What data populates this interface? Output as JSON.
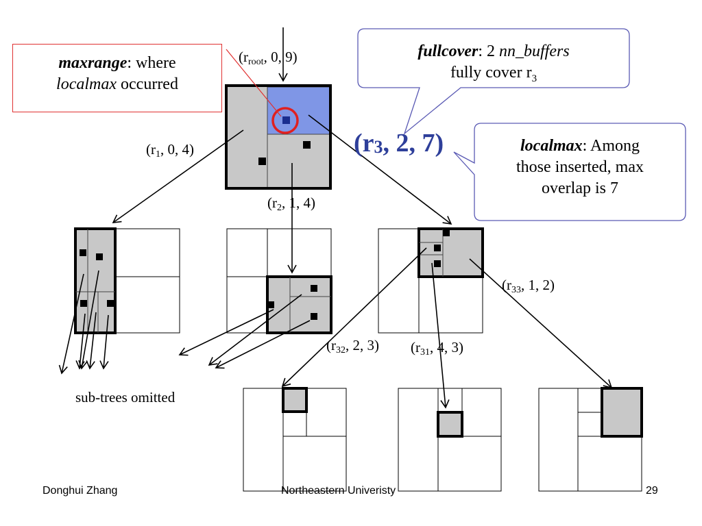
{
  "labels": {
    "root": {
      "r": "(r",
      "sub": "root",
      "rest": ", 0, 9)"
    },
    "r1": {
      "r": "(r",
      "sub": "1",
      "rest": ", 0, 4)"
    },
    "r2": {
      "r": "(r",
      "sub": "2",
      "rest": ", 1, 4)"
    },
    "r3": {
      "r": "(r",
      "sub": "3",
      "rest": ", 2, 7)"
    },
    "r31": {
      "r": "(r",
      "sub": "31",
      "rest": ", 4, 3)"
    },
    "r32": {
      "r": "(r",
      "sub": "32",
      "rest": ", 2, 3)"
    },
    "r33": {
      "r": "(r",
      "sub": "33",
      "rest": ", 1, 2)"
    }
  },
  "maxrange": {
    "term": "maxrange",
    "text1": ": where",
    "term2": "localmax",
    "text2": " occurred"
  },
  "fullcover": {
    "term": "fullcover",
    "text1": ": 2 ",
    "term2": "nn_buffers",
    "line2": "fully cover r",
    "sub": "3"
  },
  "localmax": {
    "term": "localmax",
    "text1": ": Among",
    "line2": "those inserted, max",
    "line3": "overlap is 7"
  },
  "subtrees_label": "sub-trees omitted",
  "footer": {
    "author": "Donghui Zhang",
    "institution": "Northeastern Univeristy",
    "page": "29"
  },
  "colors": {
    "highlight": "#7f96e6",
    "callout_border": "#5a5ab4",
    "red": "#e02020",
    "gray_fill": "#c8c8c8",
    "r3_text": "#2e3f9a"
  }
}
